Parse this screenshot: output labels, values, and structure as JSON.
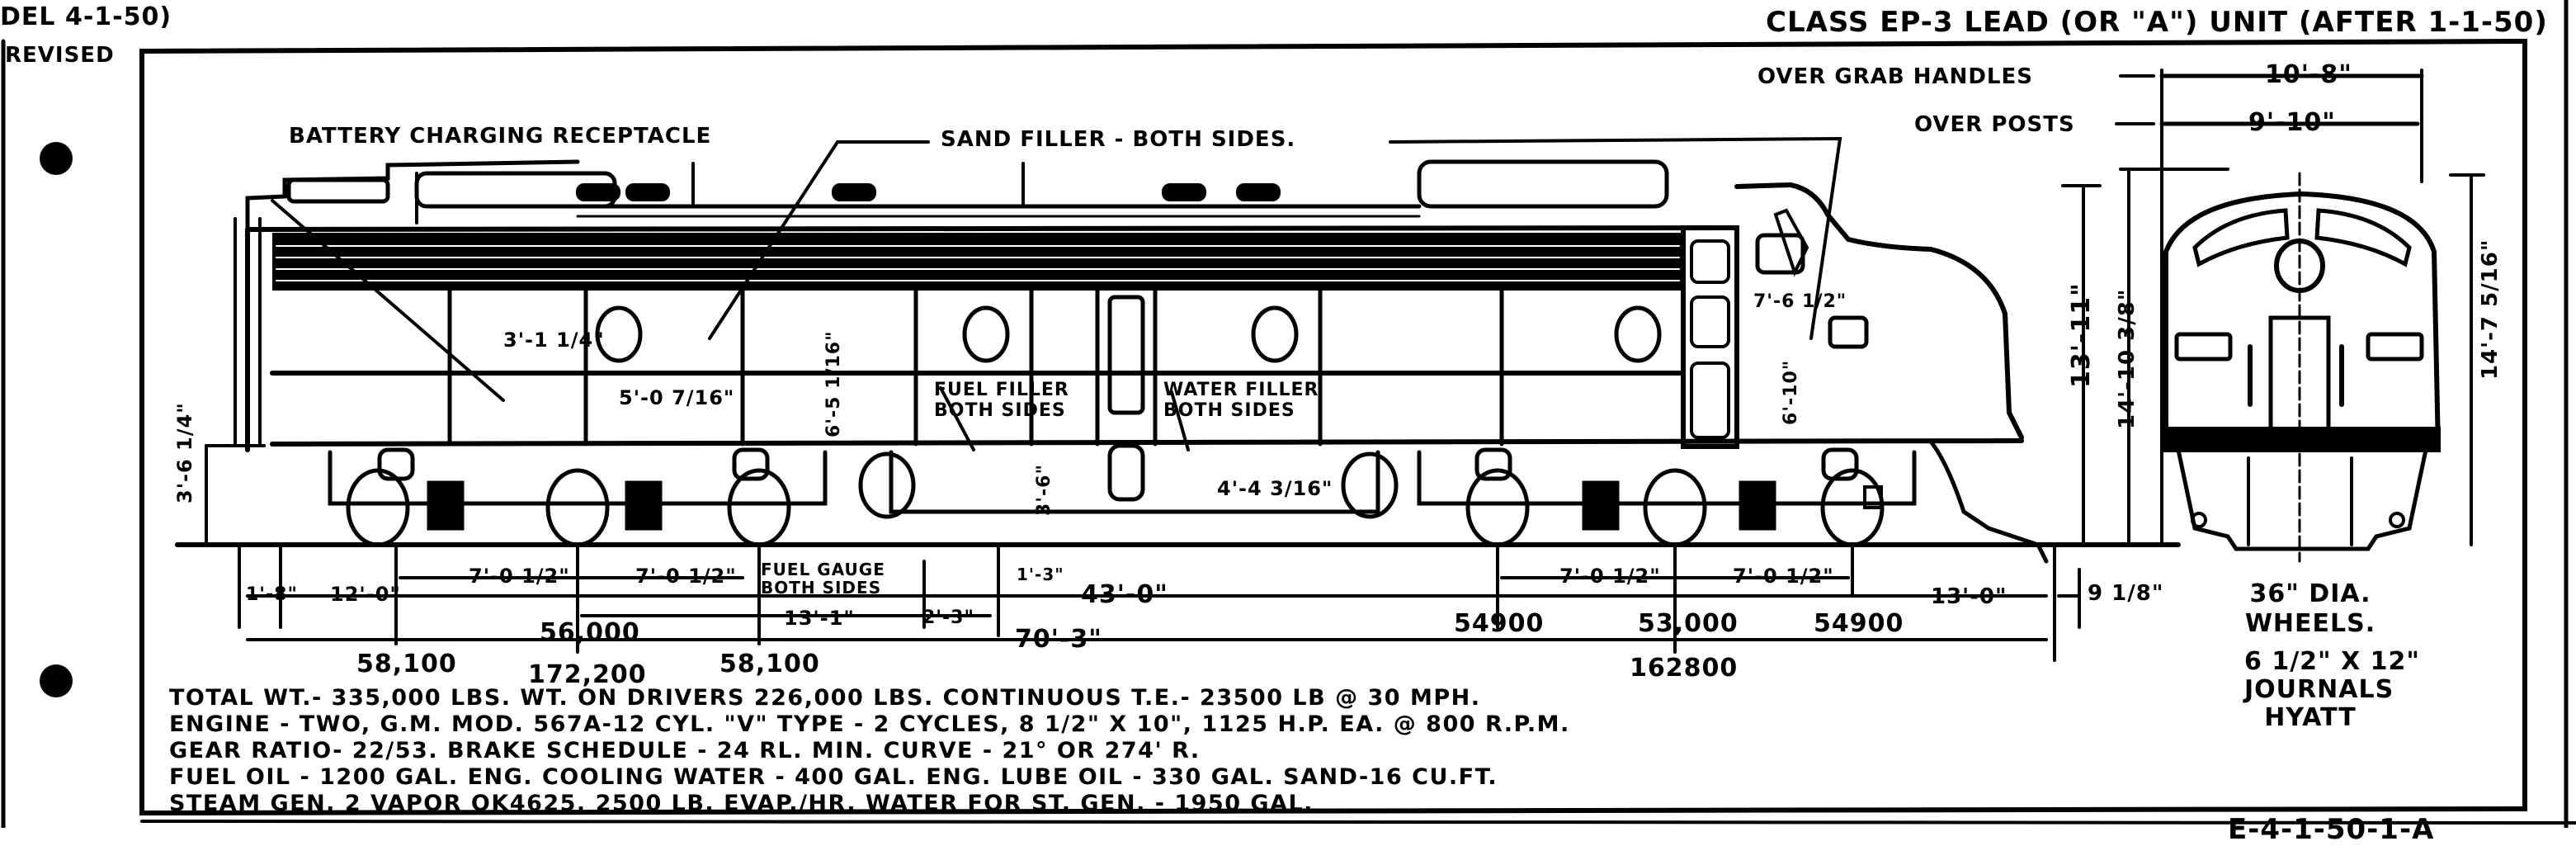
{
  "header": {
    "date_stamp": "DEL 4-1-50)",
    "revised_label": "REVISED",
    "title": "CLASS EP-3  LEAD (OR \"A\") UNIT (AFTER 1-1-50)"
  },
  "callouts": {
    "battery_receptacle": "BATTERY CHARGING RECEPTACLE",
    "sand_filler": "SAND FILLER - BOTH SIDES.",
    "fuel_filler_line1": "FUEL FILLER",
    "fuel_filler_line2": "BOTH SIDES",
    "water_filler_line1": "WATER FILLER",
    "water_filler_line2": "BOTH SIDES",
    "fuel_gauge_line1": "FUEL GAUGE",
    "fuel_gauge_line2": "BOTH SIDES",
    "over_grab_handles": "OVER GRAB HANDLES",
    "over_posts": "OVER POSTS"
  },
  "dimensions": {
    "width_grab_handles": "10'-8\"",
    "width_posts": "9'-10\"",
    "height_13_11": "13'-11\"",
    "height_14_10": "14'-10 3/8\"",
    "height_14_7": "14'-7 5/16\"",
    "battery_offset": "3'-1 1/4\"",
    "sand_offset": "5'-0 7/16\"",
    "coupler_height": "3'-6 1/4\"",
    "fuel_filler_height": "6'-5 1/16\"",
    "cab_offset_a": "7'-6 1/2\"",
    "cab_offset_b": "6'-10\"",
    "fuel_tank_a": "3'-6\"",
    "water_filler_offset": "4'-4 3/16\"",
    "pilot_overhang": "1'-8\"",
    "rear_overhang": "12'-0\"",
    "rear_truck_axle_1": "7'-0 1/2\"",
    "rear_truck_axle_2": "7'-0 1/2\"",
    "tank_span": "13'-1\"",
    "tank_small": "2'-3\"",
    "truck_centers": "43'-0\"",
    "overall_length": "70'-3\"",
    "fuel_gauge_dim": "1'-3\"",
    "front_truck_axle_1": "7'-0 1/2\"",
    "front_truck_axle_2": "7'-0 1/2\"",
    "front_overhang": "13'-0\"",
    "front_pilot": "9 1/8\""
  },
  "axle_loads": {
    "rear_1": "58,100",
    "rear_2": "56,000",
    "rear_3": "58,100",
    "rear_total": "172,200",
    "front_1": "54900",
    "front_2": "53,000",
    "front_3": "54900",
    "front_total": "162800"
  },
  "wheel_notes": {
    "line1": "36\" DIA.",
    "line2": "WHEELS.",
    "line3": "6 1/2\" X 12\"",
    "line4": "JOURNALS",
    "line5": "HYATT"
  },
  "specs": [
    "TOTAL WT.- 335,000 LBS. WT. ON DRIVERS  226,000 LBS. CONTINUOUS  T.E.- 23500 LB @ 30 MPH.",
    "ENGINE - TWO, G.M. MOD. 567A-12 CYL. \"V\" TYPE - 2 CYCLES, 8 1/2\" X 10\", 1125 H.P. EA. @ 800 R.P.M.",
    "GEAR RATIO- 22/53.  BRAKE SCHEDULE - 24 RL.   MIN. CURVE - 21° OR 274' R.",
    "FUEL OIL - 1200 GAL. ENG. COOLING WATER - 400 GAL.  ENG. LUBE OIL - 330 GAL.  SAND-16 CU.FT.",
    "STEAM GEN. 2 VAPOR OK4625, 2500 LB. EVAP./HR.  WATER FOR ST. GEN. - 1950 GAL."
  ],
  "footer": {
    "drawing_number": "E-4-1-50-1-A"
  },
  "colors": {
    "ink": "#000000",
    "paper": "#ffffff"
  }
}
